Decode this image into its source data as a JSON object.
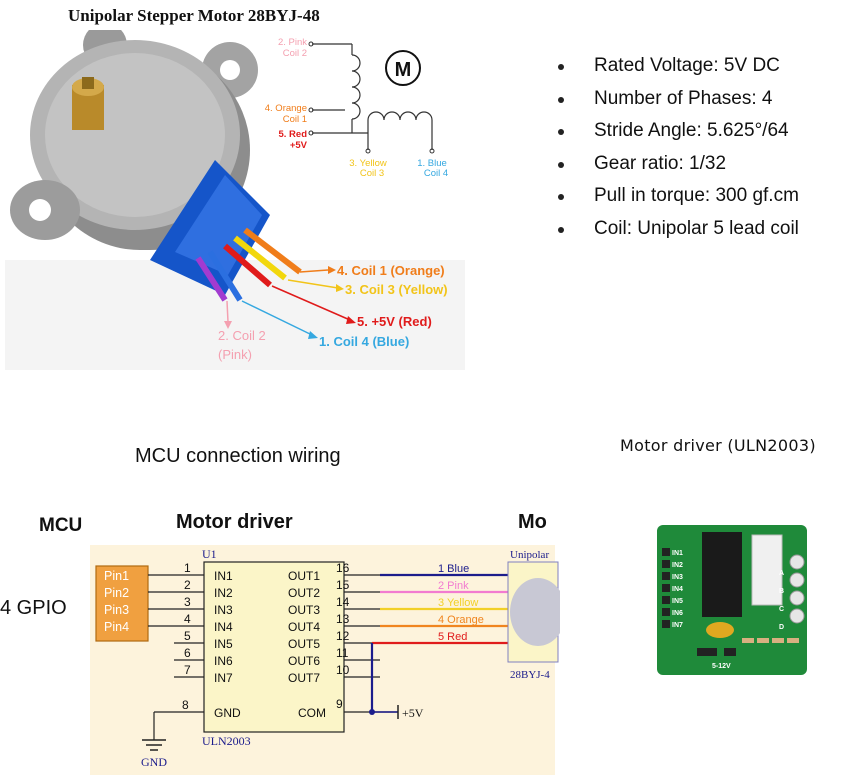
{
  "motor_section": {
    "title": "Unipolar Stepper Motor 28BYJ-48",
    "coil_labels": [
      {
        "num": "2. Pink",
        "coil": "Coil 2",
        "color": "#f4a0b0"
      },
      {
        "num": "4. Orange",
        "coil": "Coil 1",
        "color": "#f07d1a"
      },
      {
        "num": "5. Red",
        "coil": "+5V",
        "color": "#e01b1b"
      },
      {
        "num": "3. Yellow",
        "coil": "Coil 3",
        "color": "#f2c419"
      },
      {
        "num": "1. Blue",
        "coil": "Coil 4",
        "color": "#35a8e0"
      }
    ],
    "motor_symbol": "M",
    "wire_labels": [
      {
        "text": "4. Coil 1 (Orange)",
        "color": "#f07d1a"
      },
      {
        "text": "3. Coil 3 (Yellow)",
        "color": "#f2c419"
      },
      {
        "text": "5. +5V (Red)",
        "color": "#e01b1b"
      },
      {
        "text": "2. Coil 2",
        "text2": "(Pink)",
        "color": "#f4a0b0"
      },
      {
        "text": "1. Coil 4 (Blue)",
        "color": "#35a8e0"
      }
    ]
  },
  "specs": [
    "Rated Voltage: 5V DC",
    "Number of Phases: 4",
    "Stride Angle: 5.625°/64",
    "Gear ratio: 1/32",
    "Pull in torque: 300 gf.cm",
    "Coil: Unipolar 5 lead coil"
  ],
  "wiring": {
    "title": "MCU connection wiring",
    "mcu_label": "MCU",
    "driver_label": "Motor driver",
    "motor_label_partial": "Mo",
    "gpio_label": "4 GPIO",
    "mcu_pins": [
      "Pin1",
      "Pin2",
      "Pin3",
      "Pin4"
    ],
    "chip_ref": "U1",
    "chip_name": "ULN2003",
    "inputs": [
      "IN1",
      "IN2",
      "IN3",
      "IN4",
      "IN5",
      "IN6",
      "IN7"
    ],
    "input_nums": [
      "1",
      "2",
      "3",
      "4",
      "5",
      "6",
      "7"
    ],
    "outputs": [
      "OUT1",
      "OUT2",
      "OUT3",
      "OUT4",
      "OUT5",
      "OUT6",
      "OUT7"
    ],
    "output_nums": [
      "16",
      "15",
      "14",
      "13",
      "12",
      "11",
      "10"
    ],
    "gnd_pin": "GND",
    "gnd_num": "8",
    "com_pin": "COM",
    "com_num": "9",
    "supply": "+5V",
    "ground": "GND",
    "motor_box_label": "Unipolar",
    "motor_box_model": "28BYJ-4",
    "wires": [
      {
        "label": "1 Blue",
        "color": "#1c1c8c"
      },
      {
        "label": "2 Pink",
        "color": "#f27bd0"
      },
      {
        "label": "3 Yellow",
        "color": "#f2d027"
      },
      {
        "label": "4 Orange",
        "color": "#f0851f"
      },
      {
        "label": "5 Red",
        "color": "#e01b1b"
      }
    ]
  },
  "driver_board": {
    "title": "Motor driver (ULN2003)",
    "inputs": [
      "IN1",
      "IN2",
      "IN3",
      "IN4",
      "IN5",
      "IN6",
      "IN7"
    ],
    "leds": [
      "A",
      "B",
      "C",
      "D"
    ],
    "power_label": "5-12V"
  }
}
